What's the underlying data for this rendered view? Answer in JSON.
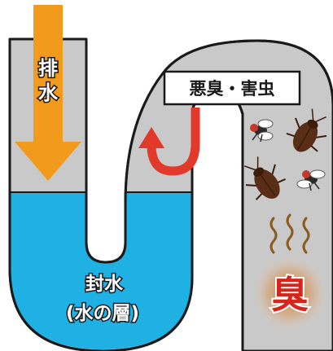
{
  "labels": {
    "drain": [
      "排",
      "水"
    ],
    "odor_pests": "悪臭・害虫",
    "water_seal": "封水",
    "water_layer": "(水の層)",
    "smell": "臭"
  },
  "icons": {
    "down_arrow": "down-arrow-icon",
    "return_arrow": "return-arrow-icon",
    "cockroach": "cockroach-icon",
    "fly": "fly-icon",
    "odor_waves": "odor-wave-icon"
  },
  "colors": {
    "pipe_air": "#c9c9ca",
    "pipe_water": "#1fb0e4",
    "pipe_outline": "#1a1a1a",
    "drain_arrow": "#f29a1c",
    "return_arrow": "#e23a2a",
    "smell_text": "#d6261c",
    "smell_glow": "#c9782a",
    "odor_waves": "#8a5a1e",
    "bug": "#5a2e16"
  }
}
